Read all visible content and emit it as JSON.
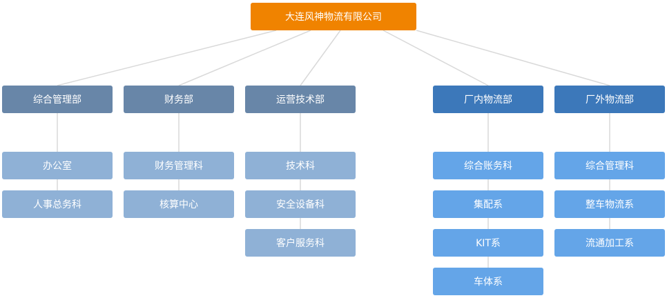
{
  "company": "大连风神物流有限公司",
  "departments": [
    {
      "name": "综合管理部",
      "children": [
        "办公室",
        "人事总务科"
      ]
    },
    {
      "name": "财务部",
      "children": [
        "财务管理科",
        "核算中心"
      ]
    },
    {
      "name": "运营技术部",
      "children": [
        "技术科",
        "安全设备科",
        "客户服务科"
      ]
    },
    {
      "name": "厂内物流部",
      "children": [
        "综合账务科",
        "集配系",
        "KIT系",
        "车体系"
      ]
    },
    {
      "name": "厂外物流部",
      "children": [
        "综合管理科",
        "整车物流系",
        "流通加工系"
      ]
    }
  ],
  "colors": {
    "root": "#f08300",
    "dept_group_1": "#6886a8",
    "sub_group_1": "#8fb1d6",
    "dept_group_2": "#3c78ba",
    "sub_group_2": "#64a5e8",
    "connector": "#d9d9d9"
  }
}
